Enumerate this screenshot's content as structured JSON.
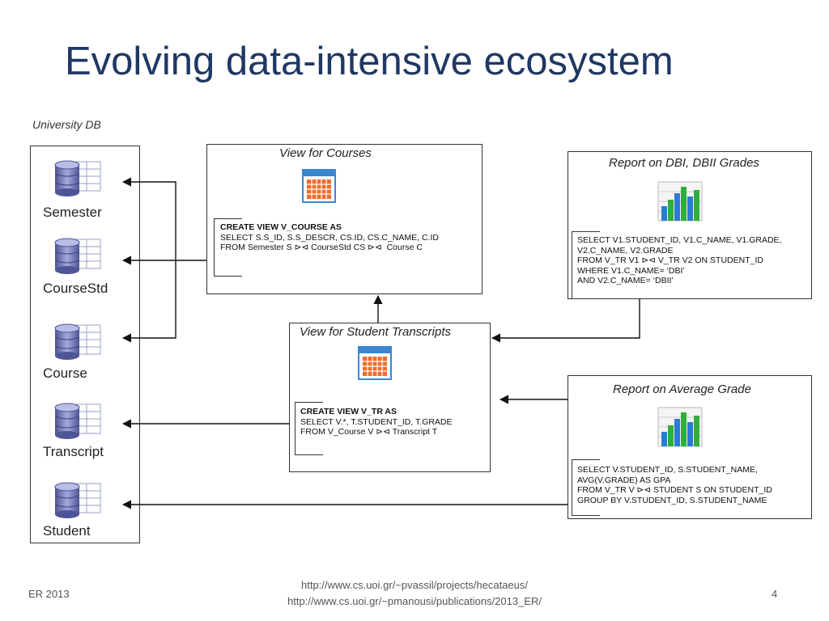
{
  "slide": {
    "title": "Evolving data-intensive ecosystem",
    "database": {
      "caption": "University DB",
      "tables": [
        "Semester",
        "CourseStd",
        "Course",
        "Transcript",
        "Student"
      ]
    },
    "view_courses": {
      "title": "View for Courses",
      "sql_head": "CREATE VIEW V_COURSE AS",
      "sql_lines": [
        "SELECT S.S_ID, S.S_DESCR, CS.ID, CS.C_NAME, C.ID",
        "FROM Semester S ⊳⊲ CourseStd CS ⊳⊲  Course C"
      ]
    },
    "view_transcripts": {
      "title": "View for Student Transcripts",
      "sql_head": "CREATE VIEW V_TR AS",
      "sql_lines": [
        "SELECT V.*, T.STUDENT_ID, T.GRADE",
        "FROM V_Course V ⊳⊲ Transcript T"
      ]
    },
    "report_dbi": {
      "title": "Report on DBI, DBII Grades",
      "sql_lines": [
        "SELECT V1.STUDENT_ID, V1.C_NAME, V1.GRADE,",
        "V2.C_NAME, V2.GRADE",
        "FROM V_TR V1 ⊳⊲ V_TR V2 ON STUDENT_ID",
        "WHERE V1.C_NAME= ‘DBI’",
        "AND V2.C_NAME= ‘DBII’"
      ]
    },
    "report_avg": {
      "title": "Report on Average Grade",
      "sql_lines": [
        "SELECT V.STUDENT_ID, S.STUDENT_NAME,",
        "AVG(V.GRADE) AS GPA",
        "FROM V_TR V ⊳⊲ STUDENT S ON STUDENT_ID",
        "GROUP BY V.STUDENT_ID, S.STUDENT_NAME"
      ]
    },
    "footer": {
      "left": "ER 2013",
      "center_line1": "http://www.cs.uoi.gr/~pvassil/projects/hecataeus/",
      "center_line2": "http://www.cs.uoi.gr/~pmanousi/publications/2013_ER/",
      "page": "4"
    },
    "colors": {
      "title": "#1f3864",
      "db_icon": "#6a72b8",
      "calendar_grid": "#f26b2a",
      "calendar_header": "#3a86d1",
      "bar_blue": "#2b7bd4",
      "bar_green": "#2fae3b"
    }
  }
}
